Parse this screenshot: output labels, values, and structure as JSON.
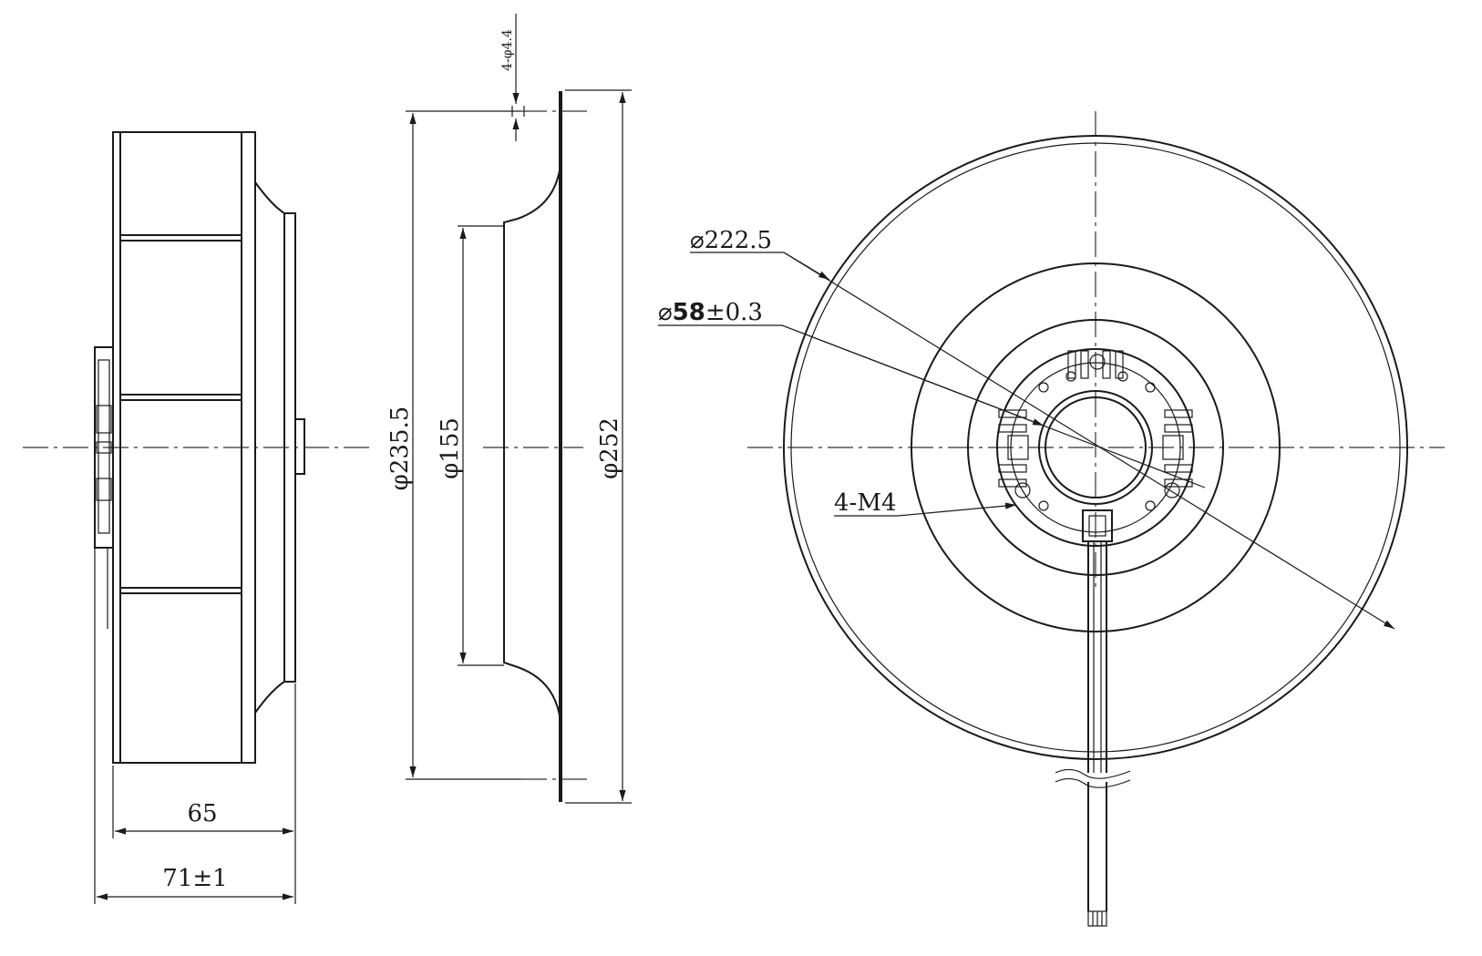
{
  "dimensions": {
    "width_65": "65",
    "width_71": "71±1",
    "dia_235": "φ235.5",
    "dia_155": "φ155",
    "dia_252": "φ252",
    "holes": "4-φ4.4",
    "dia_222": "⌀222.5",
    "dia_58_sym": "⌀",
    "dia_58_num": "58",
    "dia_58_tol": "±0.3",
    "threads": "4-M4"
  },
  "colors": {
    "line": "#1a1a1a",
    "background": "#ffffff"
  }
}
